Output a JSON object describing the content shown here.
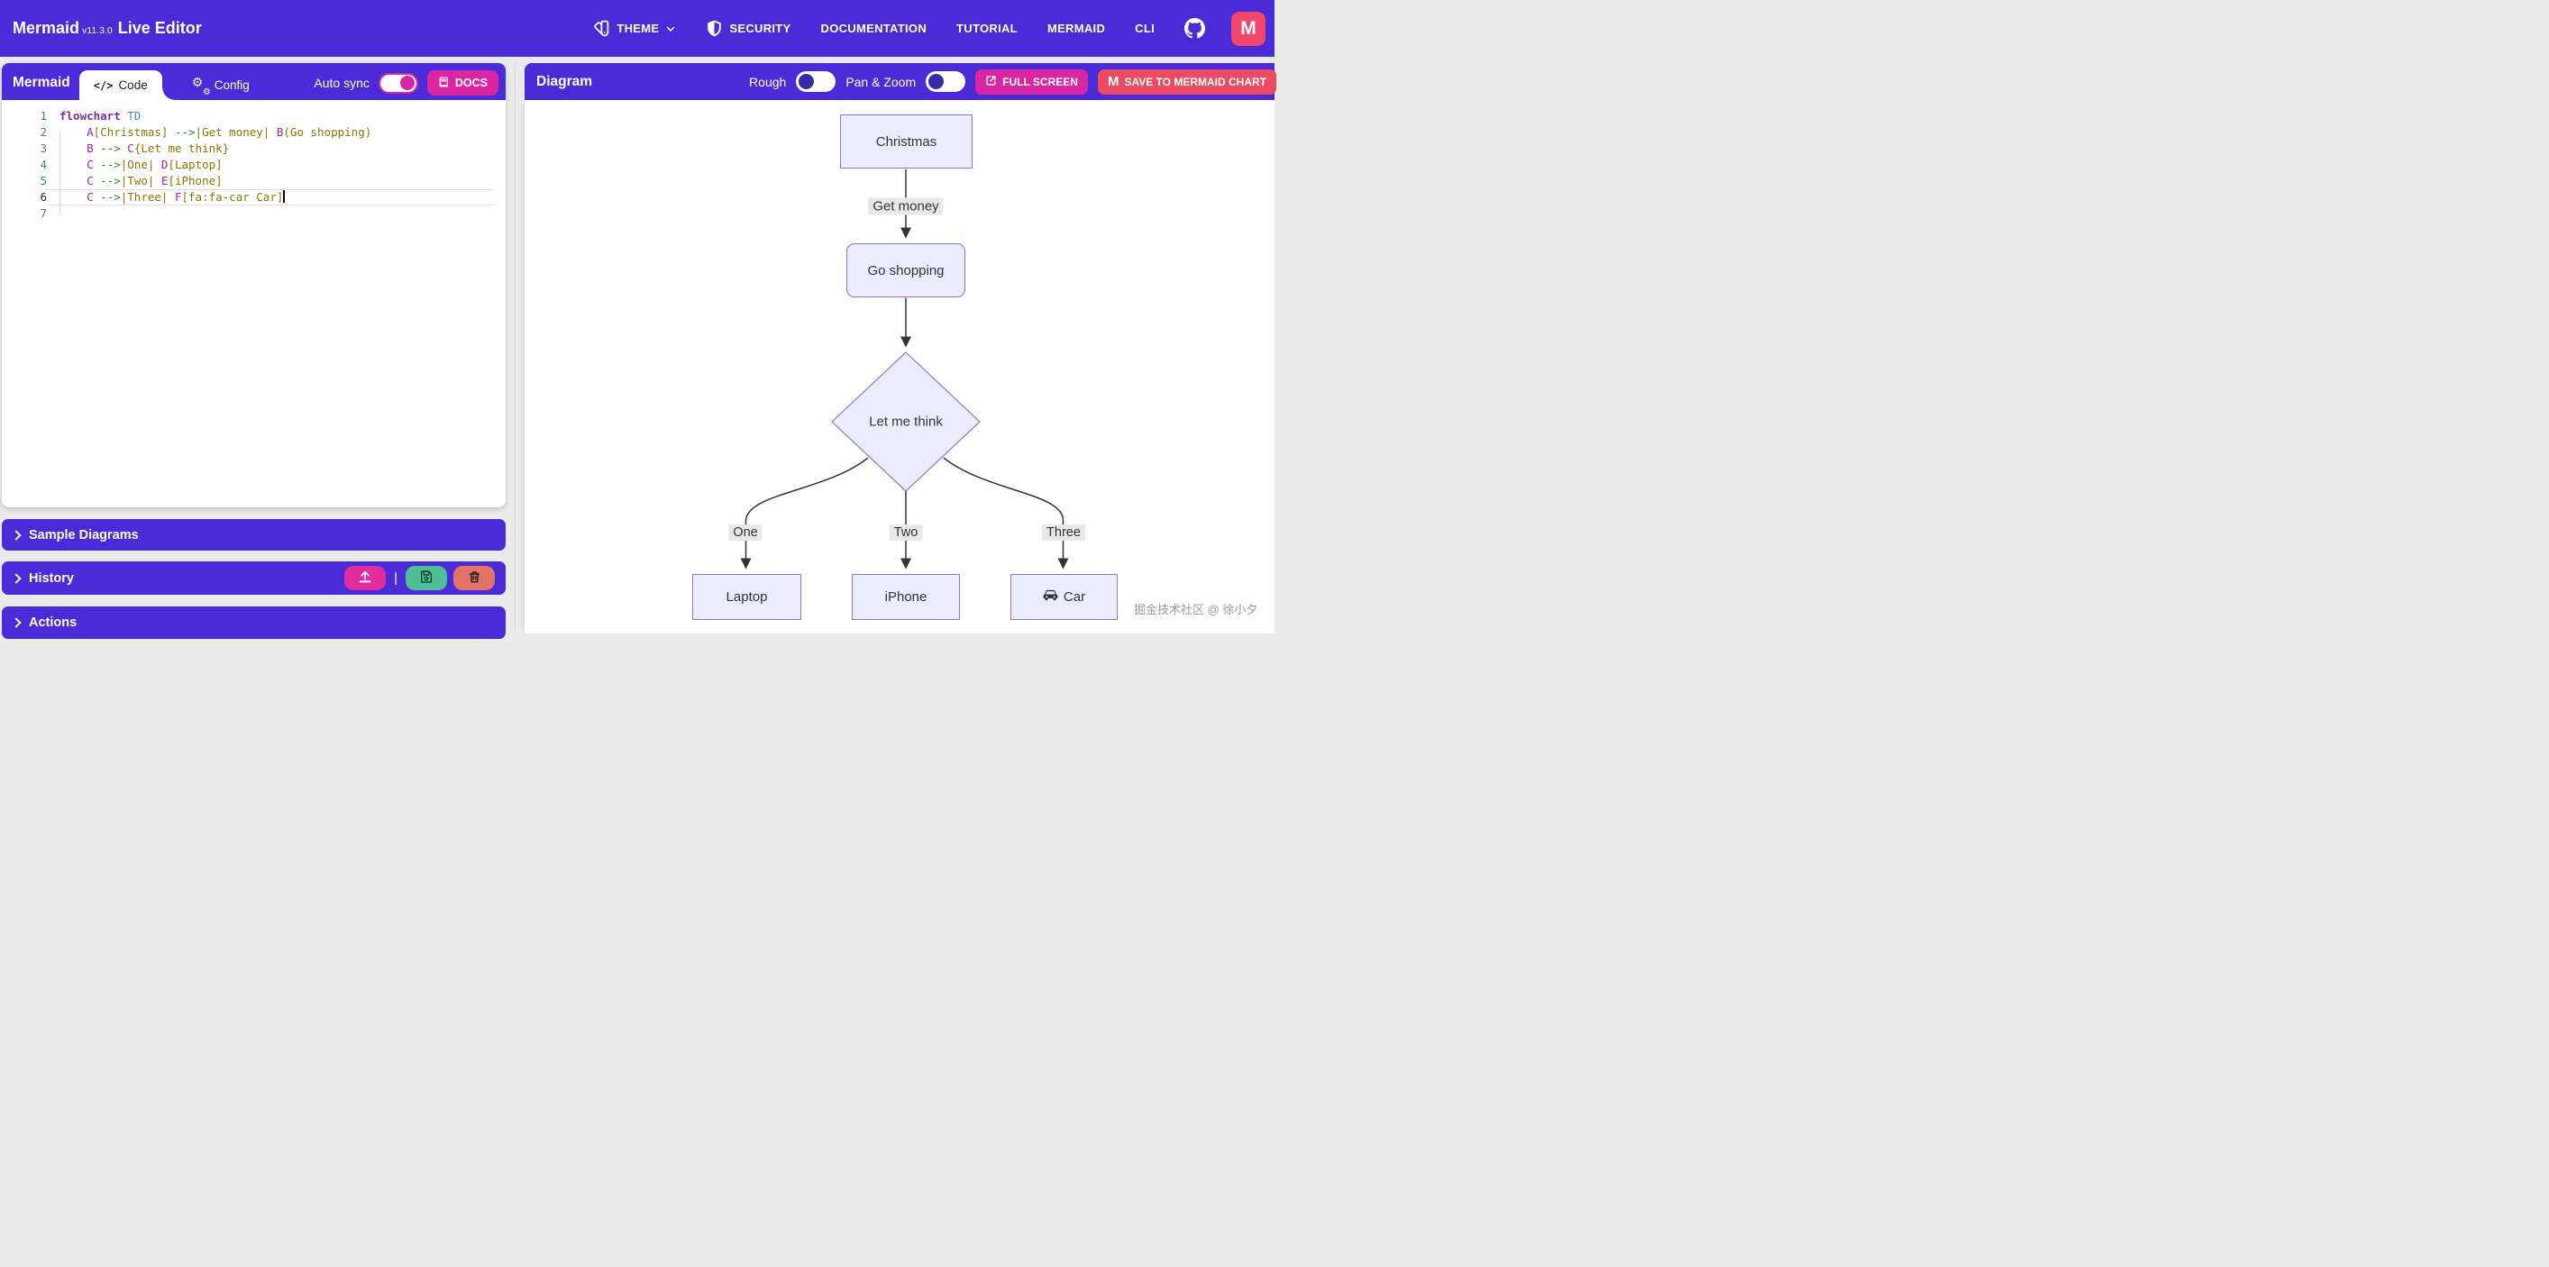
{
  "navbar": {
    "brand": {
      "name": "Mermaid",
      "version": "v11.3.0",
      "suffix": "Live Editor"
    },
    "items": [
      {
        "label": "THEME"
      },
      {
        "label": "SECURITY"
      },
      {
        "label": "DOCUMENTATION"
      },
      {
        "label": "TUTORIAL"
      },
      {
        "label": "MERMAID"
      },
      {
        "label": "CLI"
      }
    ],
    "mermaid_chart_badge": "M"
  },
  "editor": {
    "panel_label": "Mermaid",
    "tabs": [
      {
        "label": "Code",
        "icon": "</>"
      },
      {
        "label": "Config"
      }
    ],
    "autosync_label": "Auto sync",
    "autosync_on": true,
    "docs_label": "DOCS",
    "active_line": 6,
    "lines": [
      {
        "n": 1,
        "tokens": [
          {
            "c": "kw",
            "t": "flowchart"
          },
          {
            "c": "pl",
            "t": " "
          },
          {
            "c": "dir",
            "t": "TD"
          }
        ]
      },
      {
        "n": 2,
        "tokens": [
          {
            "c": "pl",
            "t": "    "
          },
          {
            "c": "id",
            "t": "A"
          },
          {
            "c": "str",
            "t": "[Christmas]"
          },
          {
            "c": "pl",
            "t": " "
          },
          {
            "c": "arr",
            "t": "-->"
          },
          {
            "c": "str",
            "t": "|Get money|"
          },
          {
            "c": "pl",
            "t": " "
          },
          {
            "c": "id",
            "t": "B"
          },
          {
            "c": "str",
            "t": "(Go shopping)"
          }
        ]
      },
      {
        "n": 3,
        "tokens": [
          {
            "c": "pl",
            "t": "    "
          },
          {
            "c": "id",
            "t": "B"
          },
          {
            "c": "pl",
            "t": " "
          },
          {
            "c": "arr",
            "t": "-->"
          },
          {
            "c": "pl",
            "t": " "
          },
          {
            "c": "id",
            "t": "C"
          },
          {
            "c": "str",
            "t": "{Let me think}"
          }
        ]
      },
      {
        "n": 4,
        "tokens": [
          {
            "c": "pl",
            "t": "    "
          },
          {
            "c": "id",
            "t": "C"
          },
          {
            "c": "pl",
            "t": " "
          },
          {
            "c": "arr",
            "t": "-->"
          },
          {
            "c": "str",
            "t": "|One|"
          },
          {
            "c": "pl",
            "t": " "
          },
          {
            "c": "id",
            "t": "D"
          },
          {
            "c": "str",
            "t": "[Laptop]"
          }
        ]
      },
      {
        "n": 5,
        "tokens": [
          {
            "c": "pl",
            "t": "    "
          },
          {
            "c": "id",
            "t": "C"
          },
          {
            "c": "pl",
            "t": " "
          },
          {
            "c": "arr",
            "t": "-->"
          },
          {
            "c": "str",
            "t": "|Two|"
          },
          {
            "c": "pl",
            "t": " "
          },
          {
            "c": "id",
            "t": "E"
          },
          {
            "c": "str",
            "t": "[iPhone]"
          }
        ]
      },
      {
        "n": 6,
        "tokens": [
          {
            "c": "pl",
            "t": "    "
          },
          {
            "c": "id",
            "t": "C"
          },
          {
            "c": "pl",
            "t": " "
          },
          {
            "c": "arr",
            "t": "-->"
          },
          {
            "c": "str",
            "t": "|Three|"
          },
          {
            "c": "pl",
            "t": " "
          },
          {
            "c": "id",
            "t": "F"
          },
          {
            "c": "str",
            "t": "[fa:fa-car Car]"
          }
        ],
        "cursor": true
      },
      {
        "n": 7,
        "tokens": []
      }
    ]
  },
  "accordions": {
    "sample_label": "Sample Diagrams",
    "history_label": "History",
    "actions_label": "Actions",
    "history_divider": "|"
  },
  "diagram": {
    "panel_label": "Diagram",
    "rough_label": "Rough",
    "rough_on": false,
    "panzoom_label": "Pan & Zoom",
    "panzoom_on": false,
    "fullscreen_label": "FULL SCREEN",
    "save_label": "SAVE TO MERMAID CHART",
    "nodes": {
      "christmas": "Christmas",
      "go_shopping": "Go shopping",
      "think": "Let me think",
      "laptop": "Laptop",
      "iphone": "iPhone",
      "car": "Car"
    },
    "edge_labels": {
      "get_money": "Get money",
      "one": "One",
      "two": "Two",
      "three": "Three"
    }
  },
  "watermark": "掘金技术社区 @ 徐小夕",
  "colors": {
    "primary_purple": "#4B2AD8",
    "magenta": "#D926A2",
    "rose_red": "#EA4B62",
    "history_pink": "#E22DA0",
    "history_green": "#4EBE96",
    "history_salmon": "#E17368",
    "node_fill": "#ECECFF",
    "node_border": "#9370DB",
    "edge_label_bg": "#E8E8E8",
    "edge_stroke": "#333333"
  }
}
